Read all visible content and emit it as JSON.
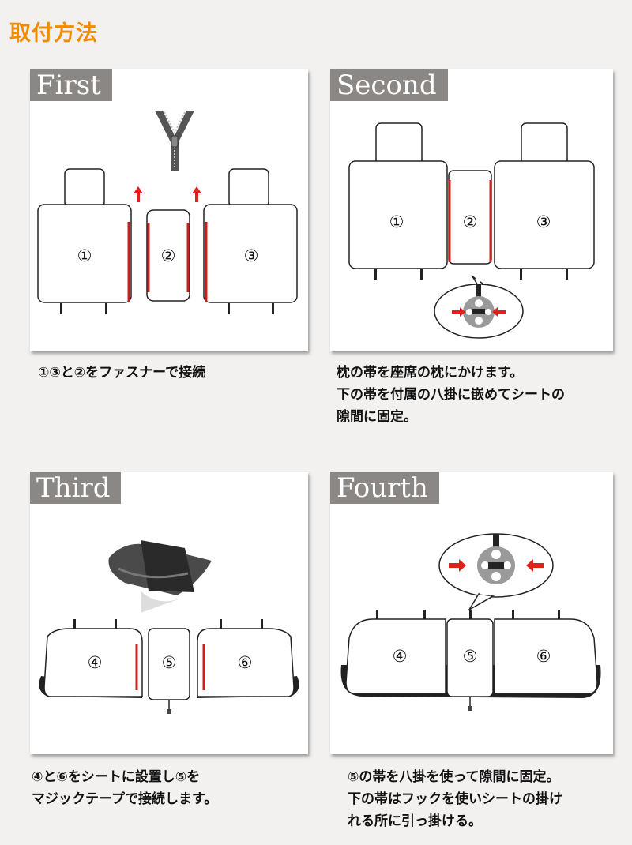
{
  "page_title": "取付方法",
  "steps": [
    {
      "label": "First",
      "caption": [
        "①③と②をファスナーで接続"
      ]
    },
    {
      "label": "Second",
      "caption": [
        "枕の帯を座席の枕にかけます。",
        "下の帯を付属の八掛に嵌めてシートの",
        "隙間に固定。"
      ]
    },
    {
      "label": "Third",
      "caption": [
        "④と⑥をシートに設置し⑤を",
        "マジックテープで接続します。"
      ]
    },
    {
      "label": "Fourth",
      "caption": [
        "⑤の帯を八掛を使って隙間に固定。",
        "下の帯はフックを使いシートの掛け",
        "れる所に引っ掛ける。"
      ]
    }
  ],
  "seat_numbers": {
    "first": [
      "①",
      "②",
      "③"
    ],
    "second": [
      "①",
      "②",
      "③"
    ],
    "third": [
      "④",
      "⑤",
      "⑥"
    ],
    "fourth": [
      "④",
      "⑤",
      "⑥"
    ]
  },
  "colors": {
    "title": "#f08c00",
    "label_bg": "#8a8784",
    "zipper_red": "#cc1f1f",
    "arrow_red": "#e0201a"
  }
}
